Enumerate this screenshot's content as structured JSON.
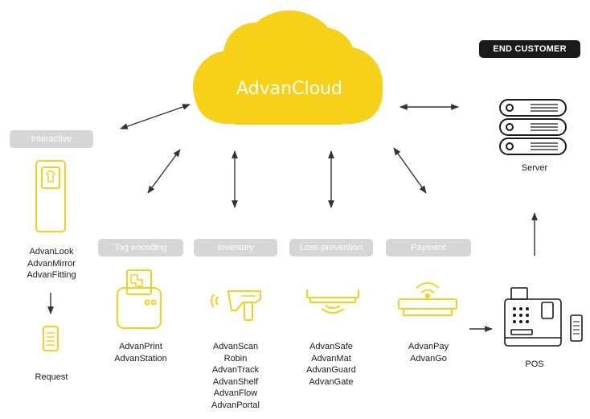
{
  "cloud": {
    "title": "AdvanCloud"
  },
  "end_customer": {
    "badge": "END CUSTOMER",
    "server_label": "Server",
    "pos_label": "POS"
  },
  "categories": {
    "interactive": {
      "label": "Interactive",
      "products": [
        "AdvanLook",
        "AdvanMirror",
        "AdvanFitting"
      ],
      "request_label": "Request"
    },
    "tag_encoding": {
      "label": "Tag encoding",
      "products": [
        "AdvanPrint",
        "AdvanStation"
      ]
    },
    "inventory": {
      "label": "Inventory",
      "products": [
        "AdvanScan",
        "Robin",
        "AdvanTrack",
        "AdvanShelf",
        "AdvanFlow",
        "AdvanPortal"
      ]
    },
    "loss_prevention": {
      "label": "Loss-prevention",
      "products": [
        "AdvanSafe",
        "AdvanMat",
        "AdvanGuard",
        "AdvanGate"
      ]
    },
    "payment": {
      "label": "Payment",
      "products": [
        "AdvanPay",
        "AdvanGo"
      ]
    }
  },
  "colors": {
    "accent": "#f7d117",
    "pill": "#d6d6d6",
    "dark": "#1a1a1a",
    "line": "#333333"
  }
}
